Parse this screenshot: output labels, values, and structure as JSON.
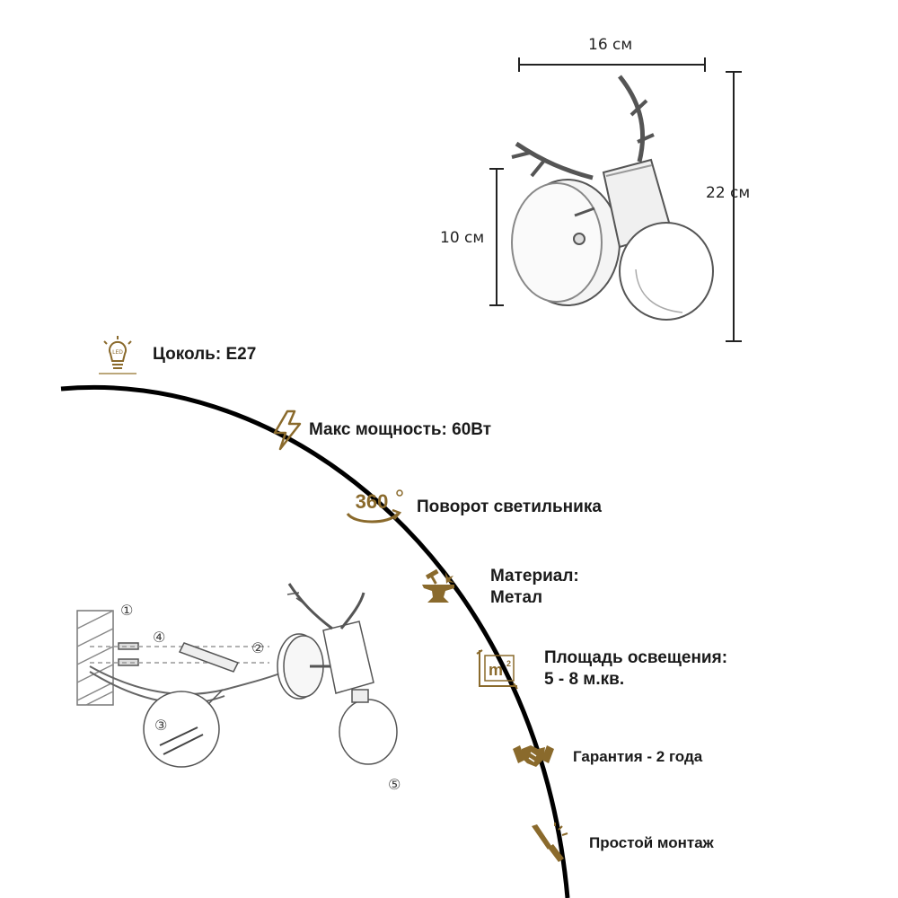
{
  "dimensions": {
    "width": "16 см",
    "height": "22 см",
    "base": "10 см"
  },
  "colors": {
    "icon_gold": "#8a6a2c",
    "line": "#000000",
    "sketch": "#555555"
  },
  "features": [
    {
      "icon": "led-bulb-icon",
      "text": "Цоколь: E27"
    },
    {
      "icon": "lightning-icon",
      "text": "Макс мощность: 60Вт"
    },
    {
      "icon": "rotate-360-icon",
      "icon_text": "360",
      "text": "Поворот светильника"
    },
    {
      "icon": "anvil-icon",
      "line1": "Материал:",
      "line2": "Метал"
    },
    {
      "icon": "area-m2-icon",
      "icon_text": "m",
      "line1": "Площадь освещения:",
      "line2": "5 - 8 м.кв."
    },
    {
      "icon": "handshake-icon",
      "text": "Гарантия - 2 года"
    },
    {
      "icon": "screwdriver-icon",
      "text": "Простой монтаж"
    }
  ],
  "install_steps": [
    "①",
    "④",
    "②",
    "③",
    "⑤"
  ]
}
